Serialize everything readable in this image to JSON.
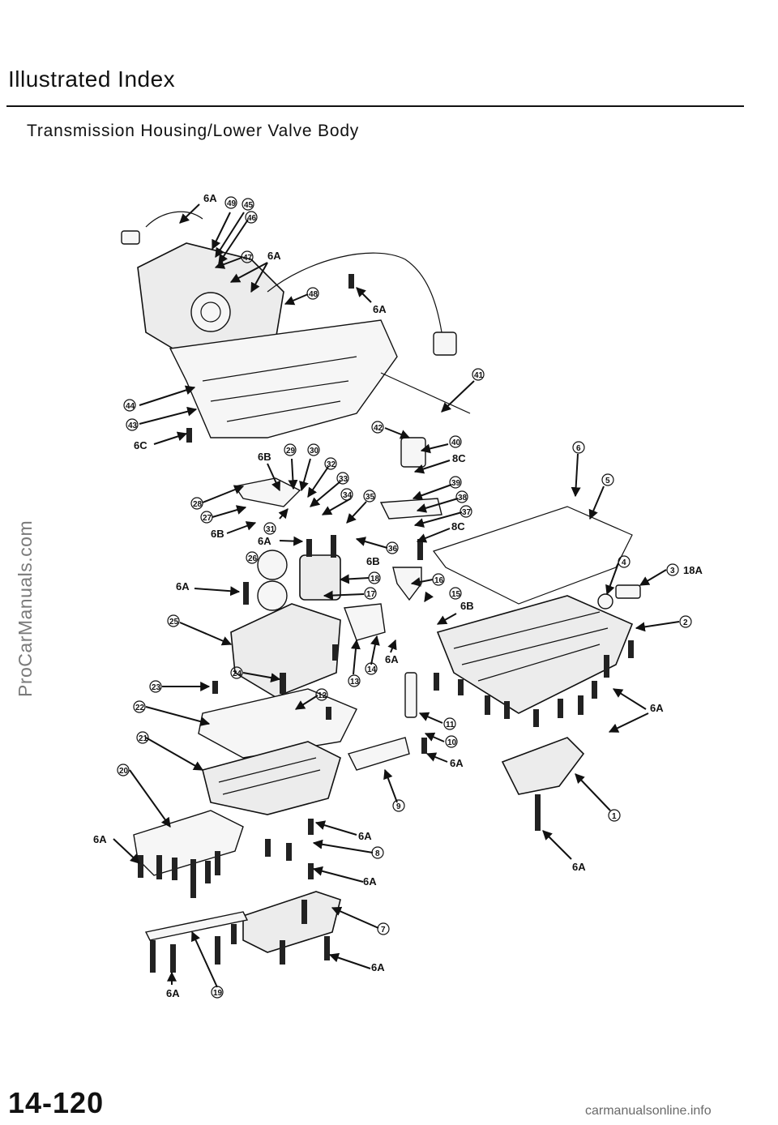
{
  "header": {
    "title": "Illustrated Index",
    "subtitle": "Transmission Housing/Lower Valve Body"
  },
  "watermark": "ProCarManuals.com",
  "page_number": "14-120",
  "footer_url": "carmanualsonline.info",
  "callouts": [
    {
      "id": "c6a-a",
      "text": "6A"
    },
    {
      "id": "c49",
      "text": "49"
    },
    {
      "id": "c45",
      "text": "45"
    },
    {
      "id": "c46",
      "text": "46"
    },
    {
      "id": "c47",
      "text": "47"
    },
    {
      "id": "c6a-b",
      "text": "6A"
    },
    {
      "id": "c48",
      "text": "48"
    },
    {
      "id": "c6a-c",
      "text": "6A"
    },
    {
      "id": "c41",
      "text": "41"
    },
    {
      "id": "c44",
      "text": "44"
    },
    {
      "id": "c43",
      "text": "43"
    },
    {
      "id": "c6c",
      "text": "6C"
    },
    {
      "id": "c42",
      "text": "42"
    },
    {
      "id": "c40",
      "text": "40"
    },
    {
      "id": "c8c-a",
      "text": "8C"
    },
    {
      "id": "c6b-a",
      "text": "6B"
    },
    {
      "id": "c29",
      "text": "29"
    },
    {
      "id": "c30",
      "text": "30"
    },
    {
      "id": "c32",
      "text": "32"
    },
    {
      "id": "c33",
      "text": "33"
    },
    {
      "id": "c34",
      "text": "34"
    },
    {
      "id": "c35",
      "text": "35"
    },
    {
      "id": "c39",
      "text": "39"
    },
    {
      "id": "c38",
      "text": "38"
    },
    {
      "id": "c37",
      "text": "37"
    },
    {
      "id": "c8c-b",
      "text": "8C"
    },
    {
      "id": "c6",
      "text": "6"
    },
    {
      "id": "c5",
      "text": "5"
    },
    {
      "id": "c28",
      "text": "28"
    },
    {
      "id": "c27",
      "text": "27"
    },
    {
      "id": "c31",
      "text": "31"
    },
    {
      "id": "c6b-b",
      "text": "6B"
    },
    {
      "id": "c6a-d",
      "text": "6A"
    },
    {
      "id": "c36",
      "text": "36"
    },
    {
      "id": "c26",
      "text": "26"
    },
    {
      "id": "c6b-c",
      "text": "6B"
    },
    {
      "id": "c4",
      "text": "4"
    },
    {
      "id": "c3",
      "text": "3"
    },
    {
      "id": "c18a",
      "text": "18A"
    },
    {
      "id": "c6a-e",
      "text": "6A"
    },
    {
      "id": "c18",
      "text": "18"
    },
    {
      "id": "c16",
      "text": "16"
    },
    {
      "id": "c17",
      "text": "17"
    },
    {
      "id": "c15",
      "text": "15"
    },
    {
      "id": "c6b-d",
      "text": "6B"
    },
    {
      "id": "c2",
      "text": "2"
    },
    {
      "id": "c25",
      "text": "25"
    },
    {
      "id": "c13",
      "text": "13"
    },
    {
      "id": "c14",
      "text": "14"
    },
    {
      "id": "c6a-f",
      "text": "6A"
    },
    {
      "id": "c24",
      "text": "24"
    },
    {
      "id": "c23",
      "text": "23"
    },
    {
      "id": "c12",
      "text": "12"
    },
    {
      "id": "c22",
      "text": "22"
    },
    {
      "id": "c11",
      "text": "11"
    },
    {
      "id": "c6a-g",
      "text": "6A"
    },
    {
      "id": "c21",
      "text": "21"
    },
    {
      "id": "c10",
      "text": "10"
    },
    {
      "id": "c6a-h",
      "text": "6A"
    },
    {
      "id": "c20",
      "text": "20"
    },
    {
      "id": "c9",
      "text": "9"
    },
    {
      "id": "c1",
      "text": "1"
    },
    {
      "id": "c6a-i",
      "text": "6A"
    },
    {
      "id": "c6a-j",
      "text": "6A"
    },
    {
      "id": "c8",
      "text": "8"
    },
    {
      "id": "c6a-k",
      "text": "6A"
    },
    {
      "id": "c6a-l",
      "text": "6A"
    },
    {
      "id": "c7",
      "text": "7"
    },
    {
      "id": "c6a-m",
      "text": "6A"
    },
    {
      "id": "c6a-n",
      "text": "6A"
    },
    {
      "id": "c19",
      "text": "19"
    }
  ]
}
